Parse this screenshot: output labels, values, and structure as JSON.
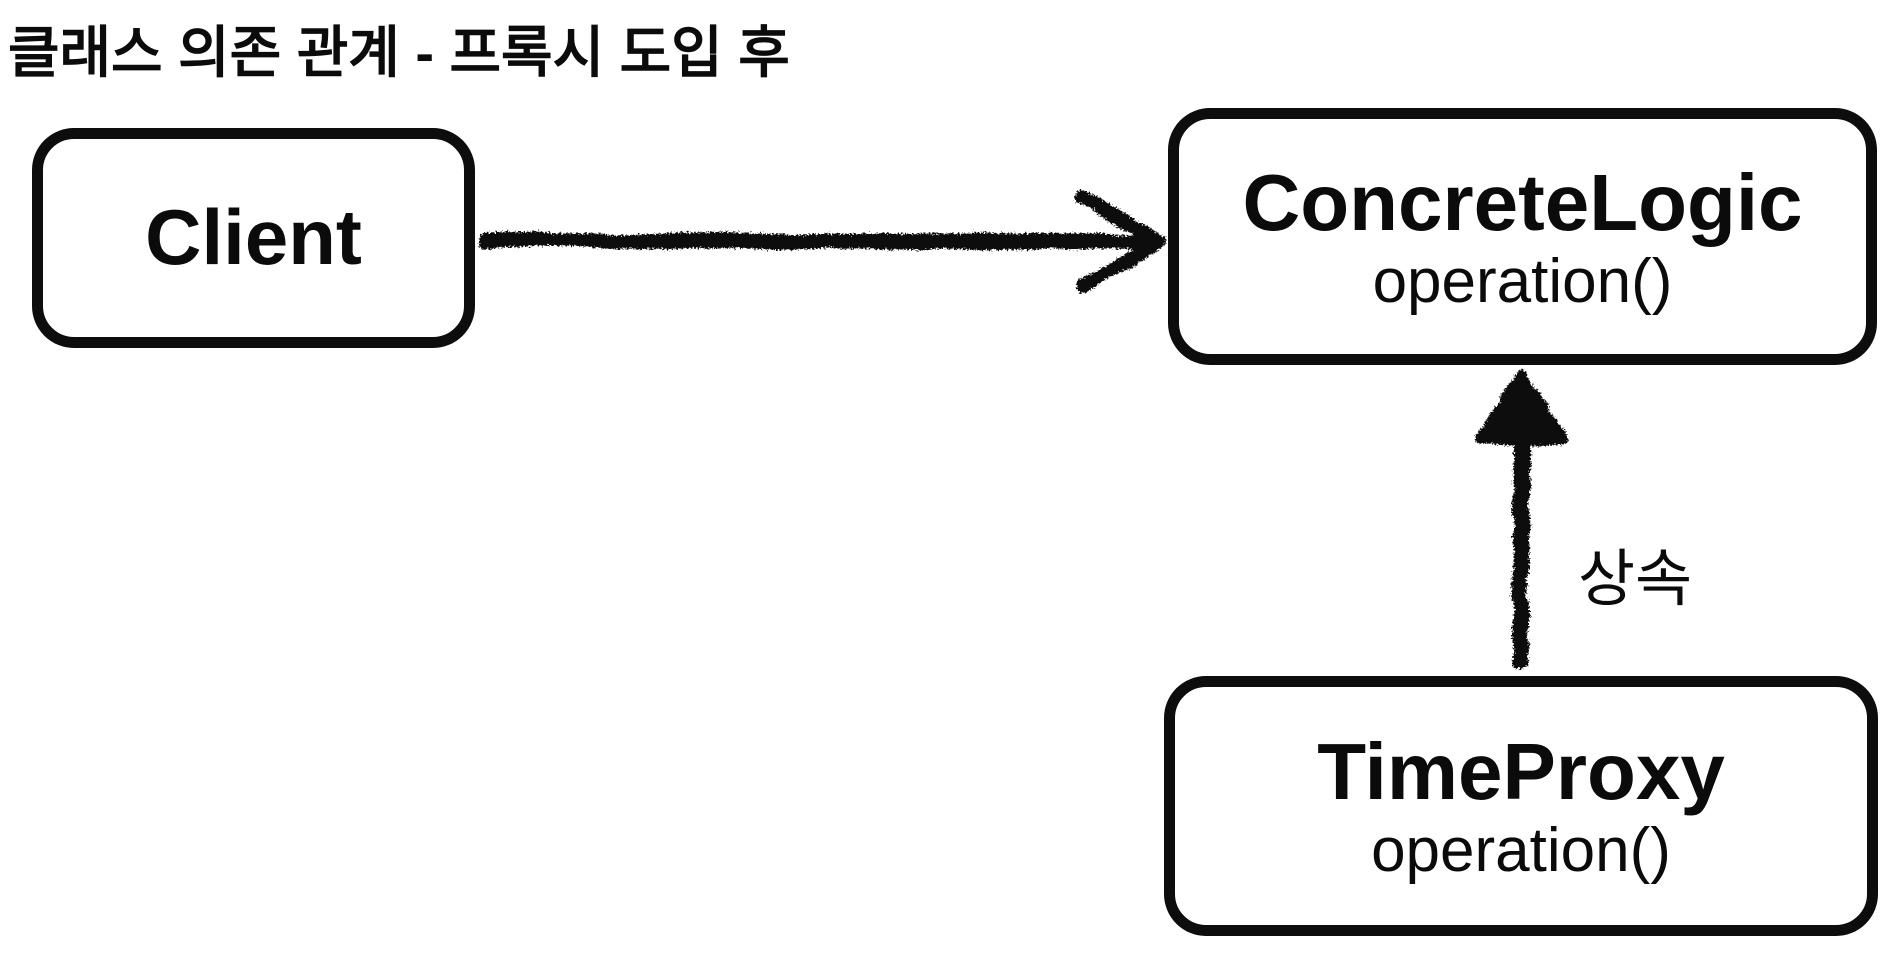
{
  "diagram": {
    "title": "클래스 의존 관계 - 프록시 도입 후",
    "nodes": [
      {
        "id": "client",
        "title": "Client",
        "method": ""
      },
      {
        "id": "concrete-logic",
        "title": "ConcreteLogic",
        "method": "operation()"
      },
      {
        "id": "time-proxy",
        "title": "TimeProxy",
        "method": "operation()"
      }
    ],
    "edges": [
      {
        "from": "Client",
        "to": "ConcreteLogic",
        "type": "dependency",
        "label": ""
      },
      {
        "from": "TimeProxy",
        "to": "ConcreteLogic",
        "type": "inheritance",
        "label": "상속"
      }
    ],
    "colors": {
      "ink": "#0d0d0d",
      "background": "#ffffff"
    }
  }
}
